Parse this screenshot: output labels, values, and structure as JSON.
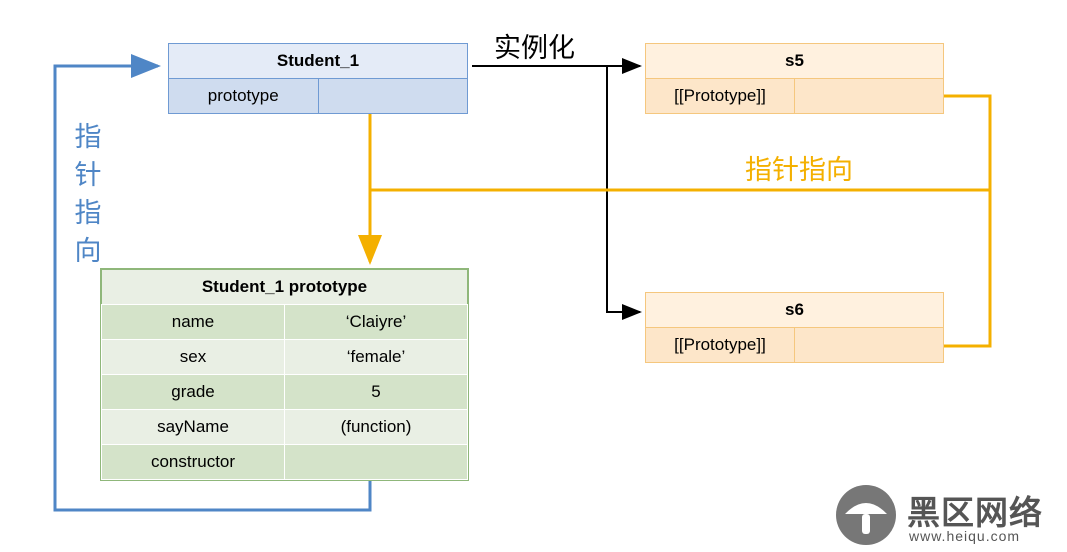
{
  "student1": {
    "title": "Student_1",
    "field": "prototype",
    "value": ""
  },
  "s5": {
    "title": "s5",
    "field": "[[Prototype]]",
    "value": ""
  },
  "s6": {
    "title": "s6",
    "field": "[[Prototype]]",
    "value": ""
  },
  "proto": {
    "title": "Student_1 prototype",
    "rows": [
      {
        "key": "name",
        "value": "‘Claiyre’"
      },
      {
        "key": "sex",
        "value": "‘female’"
      },
      {
        "key": "grade",
        "value": "5"
      },
      {
        "key": "sayName",
        "value": "(function)"
      },
      {
        "key": "constructor",
        "value": ""
      }
    ]
  },
  "labels": {
    "instantiate": "实例化",
    "pointer_yellow": "指针指向",
    "pointer_blue": [
      "指",
      "针",
      "指",
      "向"
    ]
  },
  "colors": {
    "blue_line": "#4f86c6",
    "yellow_line": "#f4b000",
    "black_line": "#000000"
  },
  "watermark": {
    "brand": "黑区网络",
    "url": "www.heiqu.com"
  }
}
